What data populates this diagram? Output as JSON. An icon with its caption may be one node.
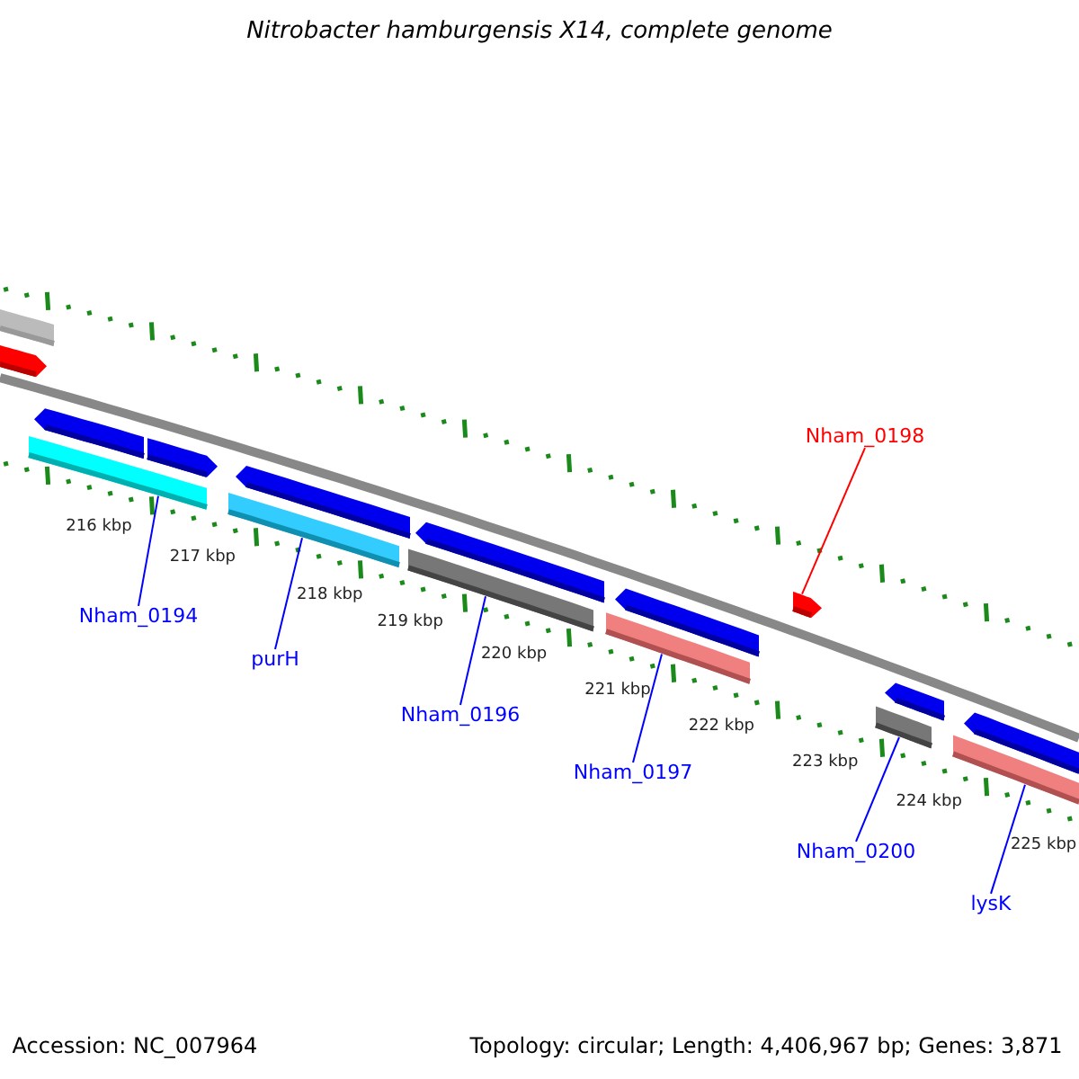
{
  "diagram": {
    "title": "Nitrobacter hamburgensis X14, complete genome",
    "nodes": [
      {
        "text": [
          "Nham_0194"
        ]
      },
      {
        "text": [],
        "shape": "bar"
      },
      {
        "text": [
          "purH"
        ]
      },
      {
        "text": [],
        "shape": "bar"
      },
      {
        "text": [
          "Nham_0196"
        ]
      },
      {
        "text": [],
        "shape": "bar"
      },
      {
        "text": [
          "Nham_0197"
        ]
      },
      {
        "text": [],
        "shape": "bar"
      },
      {
        "text": [
          "Nham_0198"
        ]
      },
      {
        "text": [],
        "shape": "bar"
      },
      {
        "text": [
          "Nham_0200"
        ]
      },
      {
        "text": [],
        "shape": "bar"
      },
      {
        "text": [
          "lysK"
        ]
      },
      {
        "text": [],
        "shape": "bar"
      }
    ],
    "edges": [
      {
        "from": 0,
        "to": 1,
        "arrow": "none"
      },
      {
        "from": 2,
        "to": 3,
        "arrow": "none"
      },
      {
        "from": 4,
        "to": 5,
        "arrow": "none"
      },
      {
        "from": 6,
        "to": 7,
        "arrow": "none"
      },
      {
        "from": 8,
        "to": 9,
        "arrow": "none",
        "color": "#ff0000"
      },
      {
        "from": 10,
        "to": 11,
        "arrow": "none"
      },
      {
        "from": 12,
        "to": 13,
        "arrow": "none"
      }
    ],
    "labels": [
      "216 kbp",
      "217 kbp",
      "218 kbp",
      "219 kbp",
      "220 kbp",
      "221 kbp",
      "222 kbp",
      "223 kbp",
      "224 kbp",
      "225 kbp",
      "Accession: NC_007964",
      "Topology: circular; Length: 4,406,967 bp; Genes: 3,871"
    ]
  }
}
